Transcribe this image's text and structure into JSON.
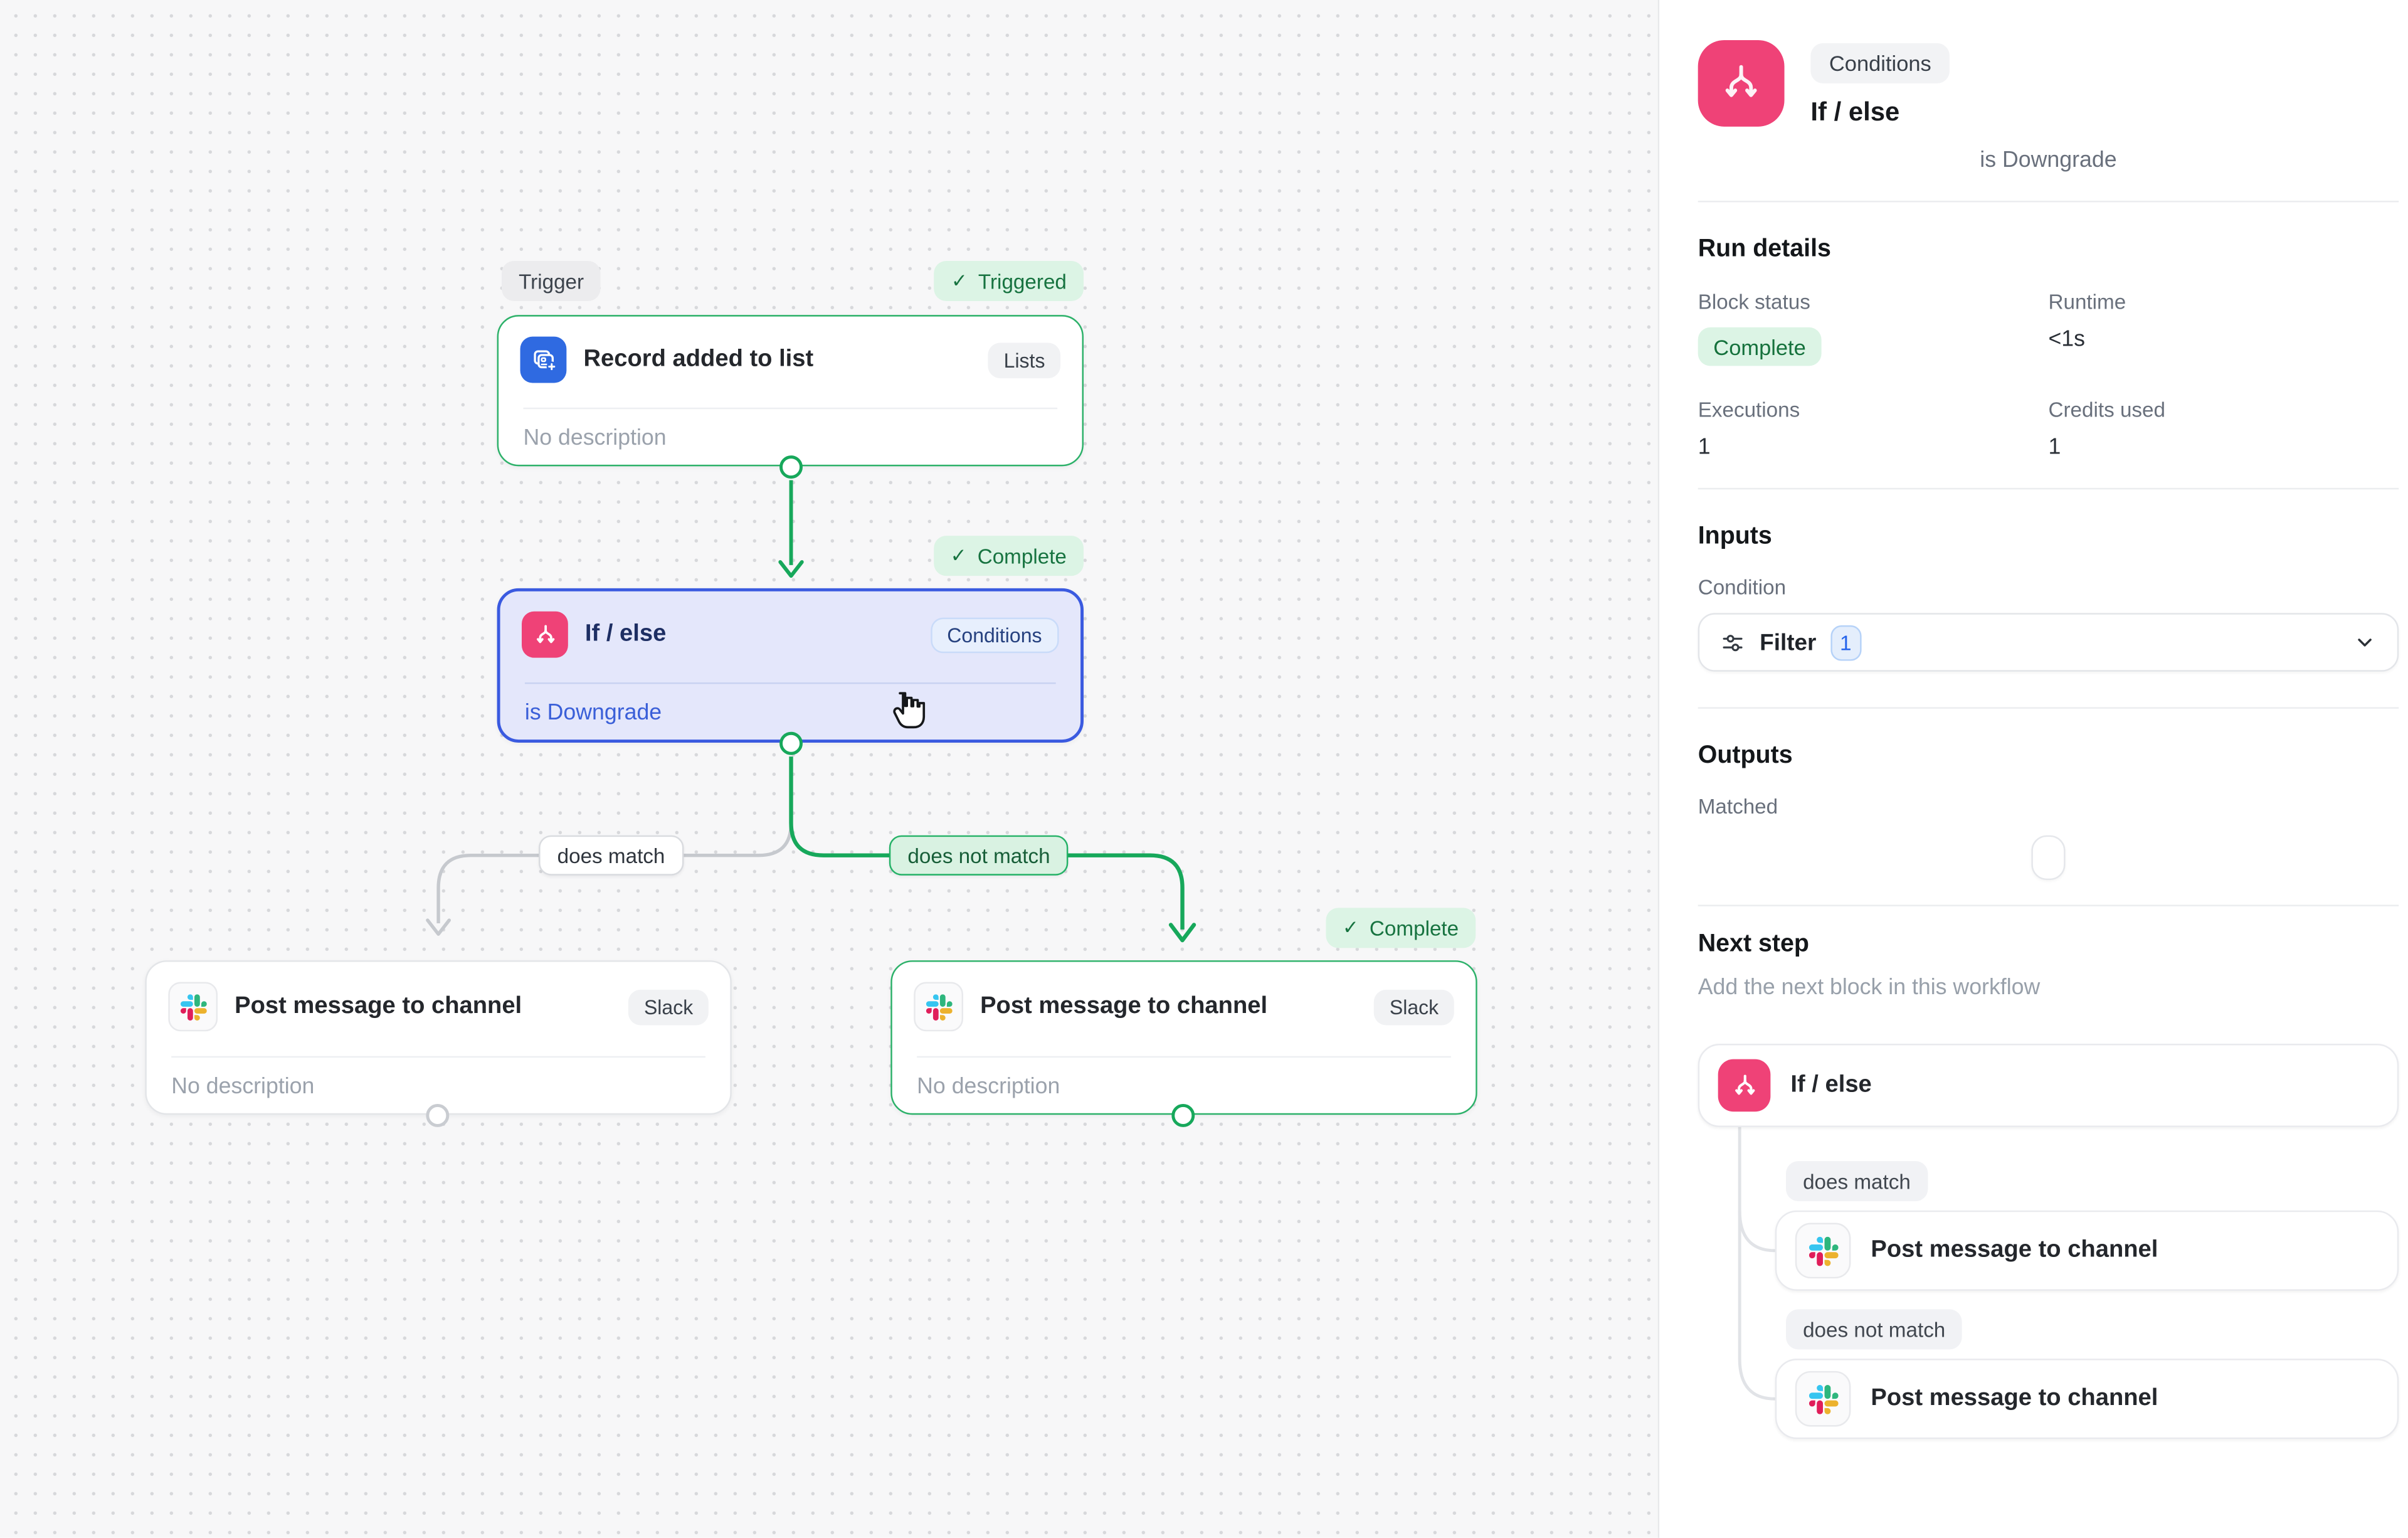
{
  "icons": {
    "check": "✓"
  },
  "colors": {
    "accent_green": "#17a85b",
    "status_badge_bg": "#dcf4e5",
    "status_badge_text": "#15713c",
    "selected_blue": "#3a5ae0",
    "selected_node_bg": "#e4e7fb",
    "pink": "#ef4277",
    "trigger_blue": "#2f6ae1",
    "edge_gray": "#c6c9ce",
    "condition_text_blue": "#3a5fd8",
    "filter_badge_blue": "#2463eb",
    "slack_red": "#e01e5a",
    "slack_blue": "#36c5f0",
    "slack_green": "#2eb67d",
    "slack_yellow": "#ecb22e"
  },
  "canvas": {
    "trigger_pill": "Trigger",
    "nodes": {
      "trigger": {
        "title": "Record added to list",
        "app": "Lists",
        "description": "No description",
        "status": "Triggered"
      },
      "ifelse": {
        "title": "If / else",
        "app": "Conditions",
        "condition": "is Downgrade",
        "status": "Complete"
      },
      "slack_match": {
        "title": "Post message to channel",
        "app": "Slack",
        "description": "No description"
      },
      "slack_no_match": {
        "title": "Post message to channel",
        "app": "Slack",
        "description": "No description",
        "status": "Complete"
      }
    },
    "edge_labels": {
      "match": "does match",
      "no_match": "does not match"
    }
  },
  "panel": {
    "category_badge": "Conditions",
    "title": "If / else",
    "subtitle": "is Downgrade",
    "run_details": {
      "heading": "Run details",
      "rows": [
        {
          "label": "Block status",
          "value": "Complete"
        },
        {
          "label": "Runtime",
          "value": "<1s"
        },
        {
          "label": "Executions",
          "value": "1"
        },
        {
          "label": "Credits used",
          "value": "1"
        }
      ]
    },
    "inputs": {
      "heading": "Inputs",
      "condition_label": "Condition",
      "filter_label": "Filter",
      "filter_count": "1"
    },
    "outputs": {
      "heading": "Outputs",
      "matched_label": "Matched"
    },
    "next_step": {
      "heading": "Next step",
      "subtitle": "Add the next block in this workflow",
      "block_title": "If / else",
      "branches": [
        {
          "label": "does match",
          "action": "Post message to channel"
        },
        {
          "label": "does not match",
          "action": "Post message to channel"
        }
      ]
    }
  }
}
